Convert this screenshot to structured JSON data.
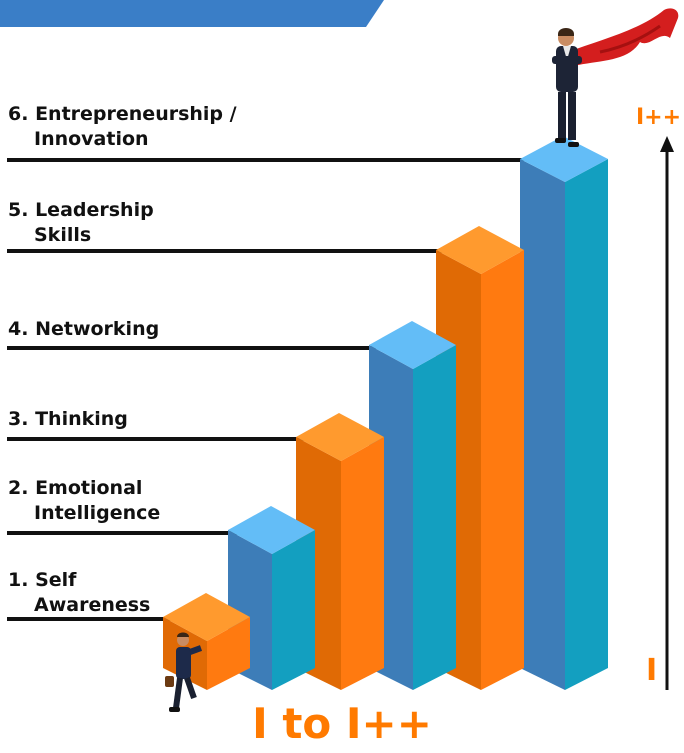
{
  "steps": [
    {
      "number": "1.",
      "line1": "Self",
      "line2": "Awareness",
      "color": "orange"
    },
    {
      "number": "2.",
      "line1": "Emotional",
      "line2": "Intelligence",
      "color": "blue"
    },
    {
      "number": "3.",
      "line1": "Thinking",
      "line2": "",
      "color": "orange"
    },
    {
      "number": "4.",
      "line1": "Networking",
      "line2": "",
      "color": "blue"
    },
    {
      "number": "5.",
      "line1": "Leadership",
      "line2": "Skills",
      "color": "orange"
    },
    {
      "number": "6.",
      "line1": "Entrepreneurship /",
      "line2": "Innovation",
      "color": "blue"
    }
  ],
  "axis": {
    "top_label": "I++",
    "bottom_label": "I"
  },
  "title": "I to I++",
  "colors": {
    "orange_top": "#ff9a2e",
    "orange_left": "#e06a05",
    "orange_right": "#ff7a10",
    "blue_top": "#63bdf7",
    "blue_left": "#3d7db8",
    "blue_right": "#139fc0",
    "accent": "#ff7a00",
    "banner": "#3a7ec7",
    "line": "#111111"
  }
}
